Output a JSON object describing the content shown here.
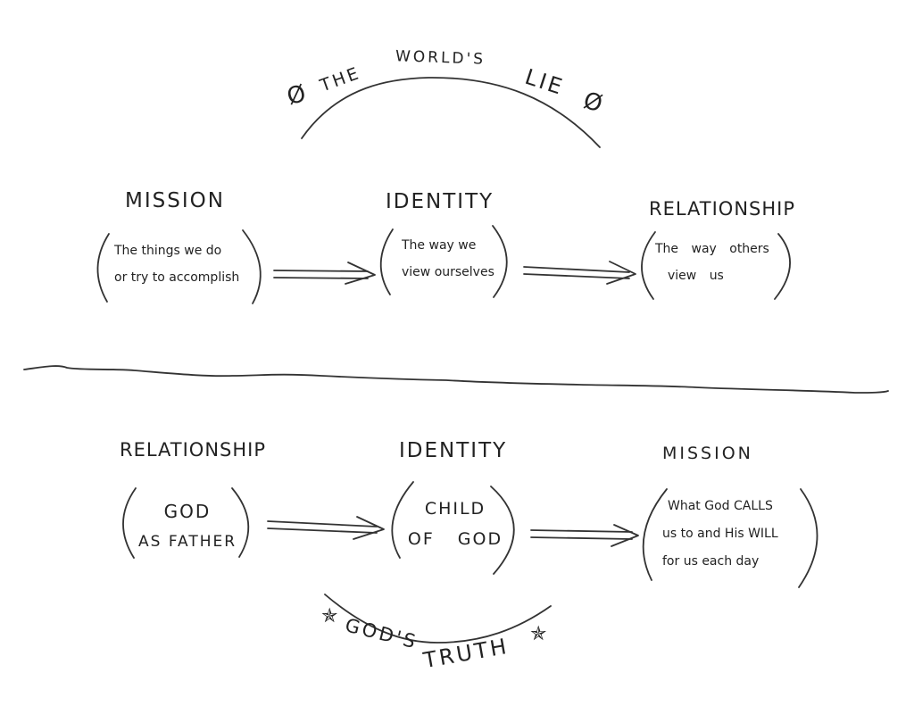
{
  "top_section": {
    "arc_label": {
      "left_symbol": "Ø",
      "word1": "THE",
      "word2": "WORLD'S",
      "word3": "LIE",
      "right_symbol": "Ø"
    },
    "nodes": [
      {
        "title": "MISSION",
        "lines": [
          "The things we do",
          "or try to accomplish"
        ]
      },
      {
        "title": "IDENTITY",
        "lines": [
          "The way we",
          "view ourselves"
        ]
      },
      {
        "title": "RELATIONSHIP",
        "lines": [
          "The way others",
          "view us"
        ]
      }
    ]
  },
  "bottom_section": {
    "nodes": [
      {
        "title": "RELATIONSHIP",
        "lines": [
          "GOD",
          "AS FATHER"
        ]
      },
      {
        "title": "IDENTITY",
        "lines": [
          "CHILD",
          "OF GOD"
        ]
      },
      {
        "title": "MISSION",
        "lines": [
          "What God CALLS",
          "us to and His WILL",
          "for us each day"
        ]
      }
    ],
    "arc_label": {
      "left_symbol": "✯",
      "word1": "GOD'S",
      "word2": "TRUTH",
      "right_symbol": "✯"
    }
  }
}
